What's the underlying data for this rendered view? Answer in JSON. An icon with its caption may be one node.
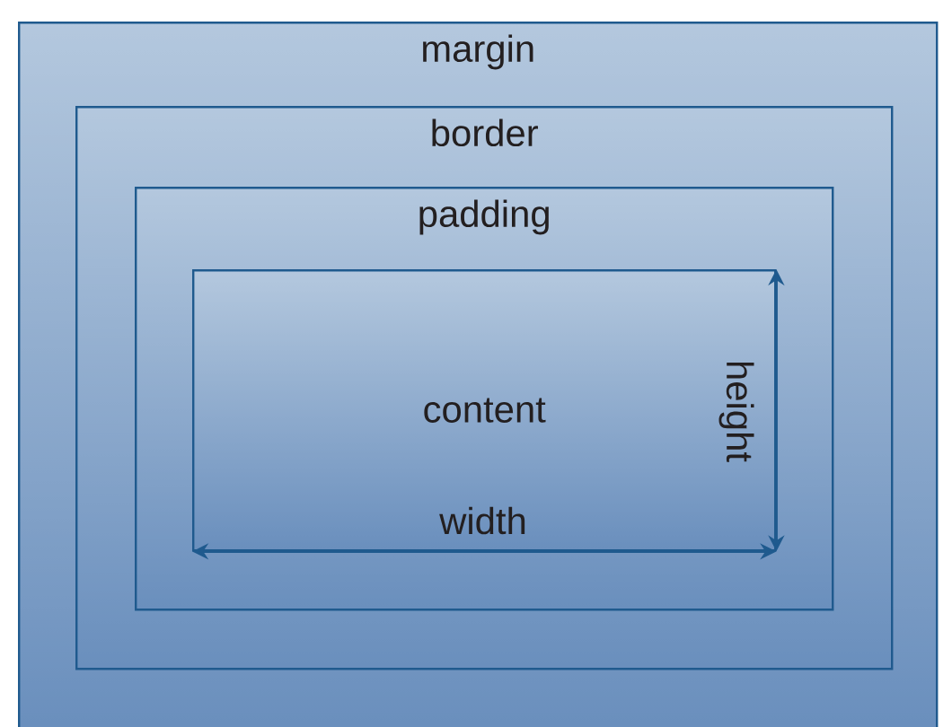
{
  "diagram": {
    "nodes": [
      {
        "text": [
          "margin"
        ]
      },
      {
        "text": [
          "border"
        ],
        "in": 0
      },
      {
        "text": [
          "padding"
        ],
        "in": 1
      },
      {
        "text": [
          "content"
        ],
        "in": 2
      }
    ],
    "labels": [
      "width",
      "height"
    ]
  }
}
